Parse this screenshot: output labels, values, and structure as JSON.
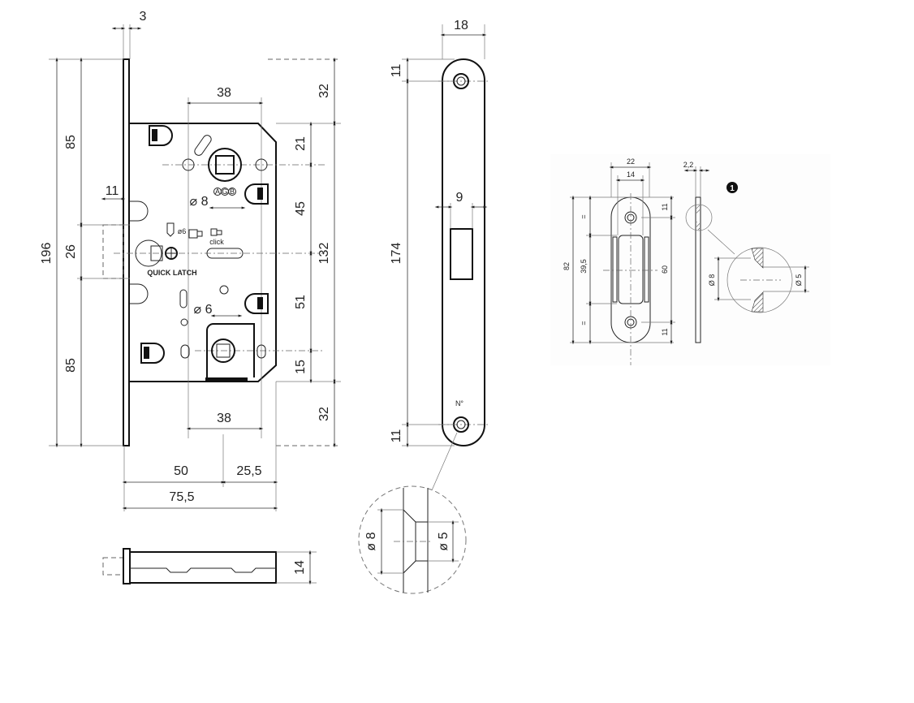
{
  "lock": {
    "d_faceplate_thickness": "3",
    "d_total_height": "196",
    "d_top_85": "85",
    "d_middle_26": "26",
    "d_bottom_85": "85",
    "d_latch_offset_11": "11",
    "d_top_38": "38",
    "d_top_32": "32",
    "d_21": "21",
    "d_45": "45",
    "d_132": "132",
    "d_51": "51",
    "d_15": "15",
    "d_bottom_32": "32",
    "d_bottom_38": "38",
    "d_50": "50",
    "d_25_5": "25,5",
    "d_75_5": "75,5",
    "d_latch_14": "14",
    "spindle_8": "⌀ 8",
    "spindle_6": "⌀ 6",
    "hole_6": "ø6",
    "click": "click",
    "quick_latch": "QUICK LATCH",
    "positions": [
      "A",
      "G",
      "B"
    ]
  },
  "faceplate": {
    "d_width_18": "18",
    "d_top_11": "11",
    "d_174": "174",
    "d_bottom_11": "11",
    "d_9": "9",
    "marking": "N°",
    "detail_d8": "ø 8",
    "detail_d5": "ø 5"
  },
  "strike": {
    "badge": "1",
    "d_22": "22",
    "d_14": "14",
    "d_2_2": "2,2",
    "d_82": "82",
    "d_39_5": "39,5",
    "d_60": "60",
    "d_11_top": "11",
    "d_11_bottom": "11",
    "equal_top": "=",
    "equal_bottom": "=",
    "detail_d8": "Ø 8",
    "detail_d5": "Ø 5"
  }
}
